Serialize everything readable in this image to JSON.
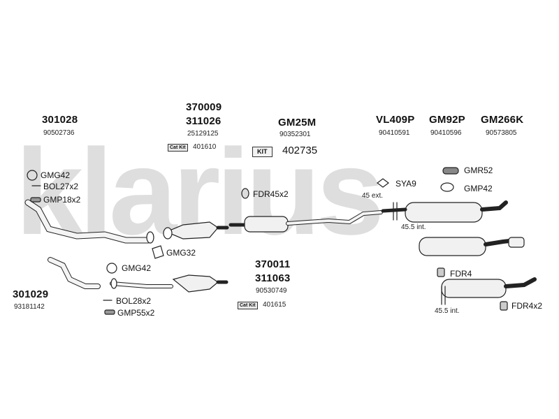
{
  "watermark": "klarius",
  "groups": [
    {
      "id": "g1",
      "codes": [
        "301028"
      ],
      "oe": "90502736"
    },
    {
      "id": "g2",
      "codes": [
        "370009",
        "311026"
      ],
      "oe": "25129125",
      "kit_label": "Cat Kit",
      "kit_number": "401610"
    },
    {
      "id": "g3",
      "codes": [
        "GM25M"
      ],
      "oe": "90352301",
      "kit_label": "KIT",
      "kit_number": "402735"
    },
    {
      "id": "g4",
      "codes": [
        "VL409P"
      ],
      "oe": "90410591"
    },
    {
      "id": "g5",
      "codes": [
        "GM92P"
      ],
      "oe": "90410596"
    },
    {
      "id": "g6",
      "codes": [
        "GM266K"
      ],
      "oe": "90573805"
    },
    {
      "id": "g7",
      "codes": [
        "370011",
        "311063"
      ],
      "oe": "90530749",
      "kit_label": "Cat Kit",
      "kit_number": "401615"
    },
    {
      "id": "g8",
      "codes": [
        "301029"
      ],
      "oe": "93181142"
    }
  ],
  "fittings": {
    "gmg42_top": "GMG42",
    "bol27": "BOL27x2",
    "gmp18": "GMP18x2",
    "gmg32": "GMG32",
    "fdr45": "FDR45x2",
    "sya9": "SYA9",
    "gmr52": "GMR52",
    "gmp42": "GMP42",
    "gmg42_bot": "GMG42",
    "bol28": "BOL28x2",
    "gmp55": "GMP55x2",
    "fdr4": "FDR4",
    "fdr4x2": "FDR4x2"
  },
  "notes": {
    "ext45": "45 ext.",
    "int455_a": "45.5 int.",
    "int455_b": "45.5 int."
  }
}
